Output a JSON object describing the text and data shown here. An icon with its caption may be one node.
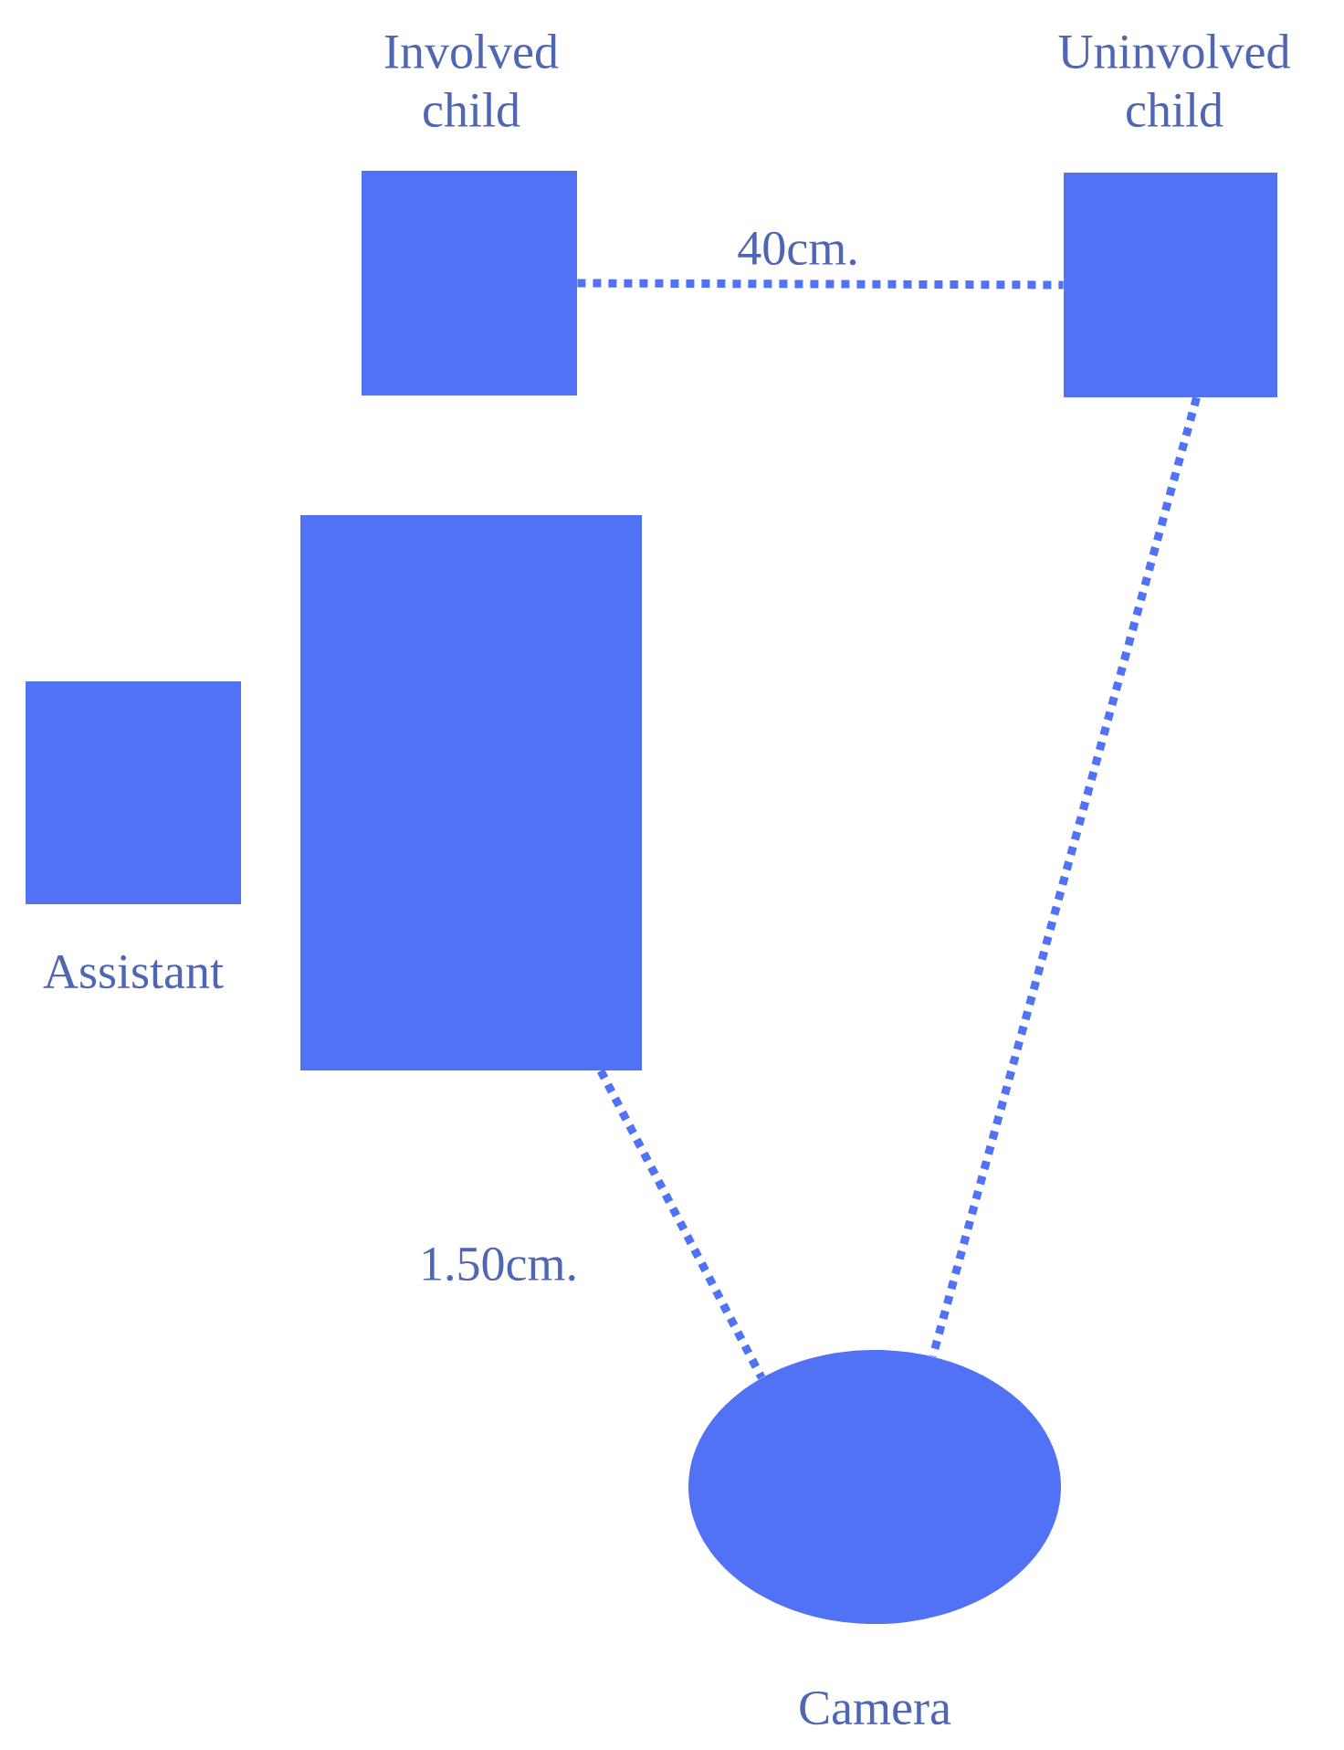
{
  "diagram": {
    "nodes": [
      {
        "text": [
          "Involved child"
        ]
      },
      {
        "text": [
          "Uninvolved child"
        ]
      },
      {
        "text": [
          "Assistant"
        ]
      },
      {
        "text": [],
        "shape": "box"
      },
      {
        "text": [
          "Camera"
        ]
      }
    ],
    "edges": [
      {
        "from": 0,
        "to": 1,
        "arrow": "none",
        "label": "40cm."
      },
      {
        "from": 1,
        "to": 4,
        "arrow": "none"
      },
      {
        "from": 3,
        "to": 4,
        "arrow": "none",
        "label": "1.50cm."
      }
    ]
  }
}
